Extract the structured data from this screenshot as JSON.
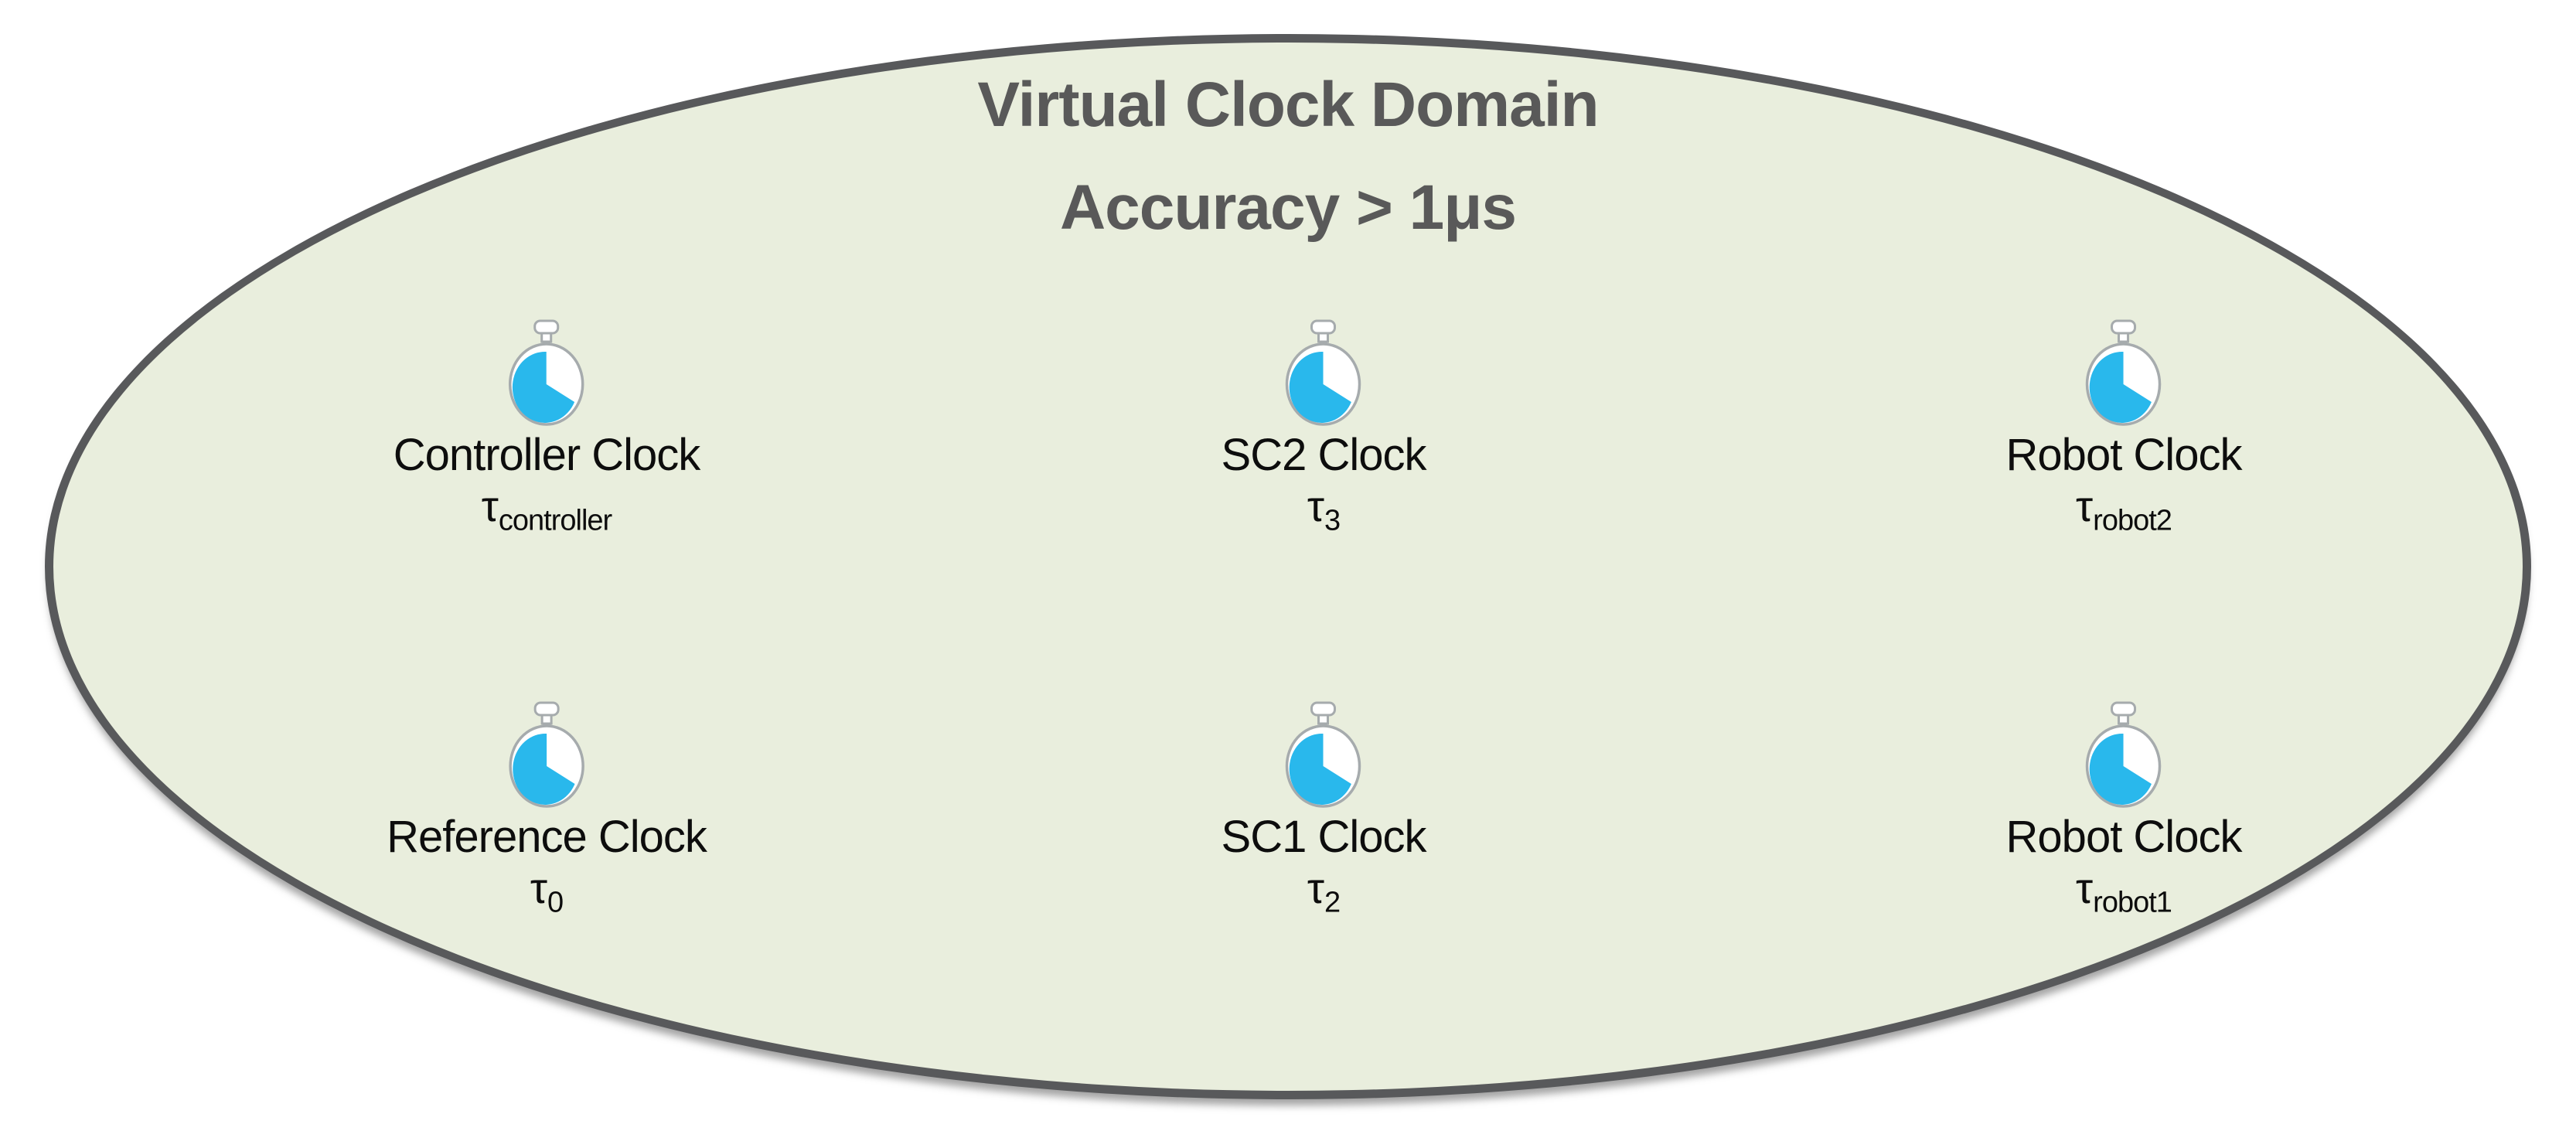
{
  "title": {
    "line1": "Virtual Clock Domain",
    "line2": "Accuracy > 1μs"
  },
  "colors": {
    "domain_fill": "#e9eedd",
    "domain_border": "#595959",
    "title_text": "#595959",
    "label_text": "#0d0d0d",
    "clock_accent": "#29b8ec",
    "clock_body": "#ffffff",
    "clock_outline": "#a6abad"
  },
  "clocks": [
    {
      "id": "controller",
      "label": "Controller Clock",
      "tau_symbol": "τ",
      "tau_subscript": "controller"
    },
    {
      "id": "sc2",
      "label": "SC2 Clock",
      "tau_symbol": "τ",
      "tau_subscript": "3"
    },
    {
      "id": "robot2",
      "label": "Robot Clock",
      "tau_symbol": "τ",
      "tau_subscript": "robot2"
    },
    {
      "id": "reference",
      "label": "Reference Clock",
      "tau_symbol": "τ",
      "tau_subscript": "0"
    },
    {
      "id": "sc1",
      "label": "SC1 Clock",
      "tau_symbol": "τ",
      "tau_subscript": "2"
    },
    {
      "id": "robot1",
      "label": "Robot Clock",
      "tau_symbol": "τ",
      "tau_subscript": "robot1"
    }
  ]
}
